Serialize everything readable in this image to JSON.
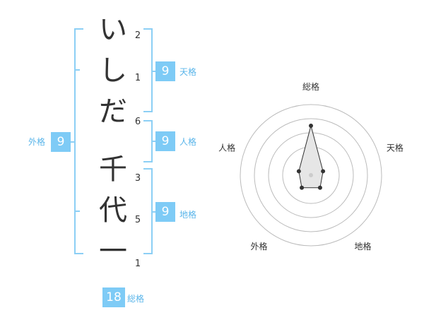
{
  "name_chars": [
    "い",
    "し",
    "だ",
    "千",
    "代",
    "一"
  ],
  "stroke_counts": [
    "2",
    "1",
    "6",
    "3",
    "5",
    "1"
  ],
  "kaku": {
    "tenkaku": {
      "label": "天格",
      "value": "9"
    },
    "jinkaku": {
      "label": "人格",
      "value": "9"
    },
    "chikaku": {
      "label": "地格",
      "value": "9"
    },
    "gaikaku": {
      "label": "外格",
      "value": "9"
    },
    "soukaku": {
      "label": "総格",
      "value": "18"
    }
  },
  "radar": {
    "axes": [
      "総格",
      "天格",
      "地格",
      "外格",
      "人格"
    ],
    "values": [
      0.7,
      0.18,
      0.22,
      0.22,
      0.18
    ],
    "colors": {
      "ring": "#bbbbbb",
      "fill": "#e6e6e6",
      "stroke": "#333333",
      "center": "#cccccc"
    }
  },
  "colors": {
    "accent": "#7ecbf6",
    "accent_text": "#5ab5ea",
    "text": "#333333"
  }
}
